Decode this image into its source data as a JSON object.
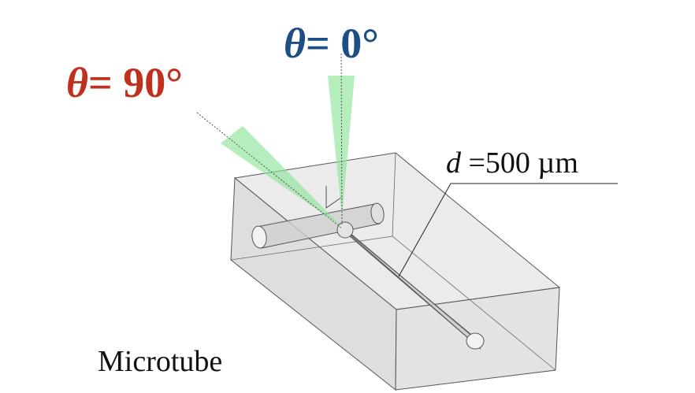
{
  "labels": {
    "angle_90": {
      "symbol": "θ",
      "text": "= 90°",
      "color": "#c0301f"
    },
    "angle_0": {
      "symbol": "θ",
      "text": "= 0°",
      "color": "#1d4f86"
    },
    "diameter": {
      "symbol": "d",
      "text": " =500 µm"
    },
    "microtube": "Microtube"
  },
  "colors": {
    "beam": "#8fe39a",
    "box_fill": "#dcdcdc",
    "edge": "#555555"
  }
}
